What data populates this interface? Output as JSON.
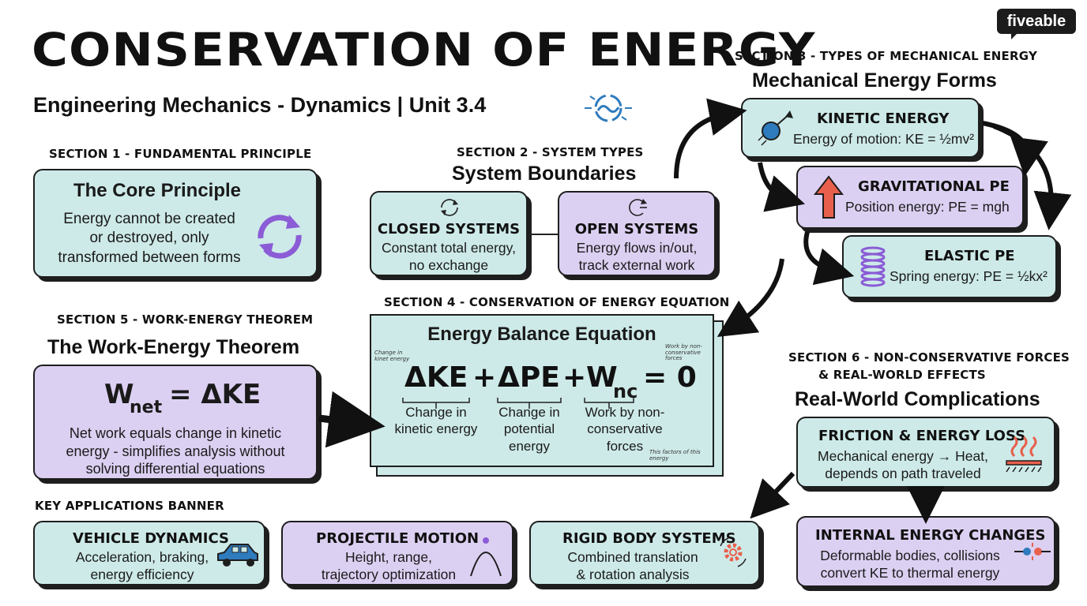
{
  "logo": {
    "text": "fiveable"
  },
  "header": {
    "title": "CONSERVATION OF ENERGY",
    "subtitle": "Engineering Mechanics - Dynamics |  Unit 3.4"
  },
  "section1": {
    "label": "SECTION 1 - FUNDAMENTAL PRINCIPLE",
    "box_title": "The Core Principle",
    "text_line1": "Energy cannot be created",
    "text_line2": "or destroyed, only",
    "text_line3": "transformed between forms"
  },
  "section2": {
    "label": "SECTION 2 - SYSTEM TYPES",
    "heading": "System Boundaries",
    "closed": {
      "title": "CLOSED SYSTEMS",
      "line1": "Constant total energy,",
      "line2": "no exchange"
    },
    "open": {
      "title": "OPEN SYSTEMS",
      "line1": "Energy flows in/out,",
      "line2": "track external work"
    }
  },
  "section3": {
    "label": "SECTION 3 - TYPES OF MECHANICAL ENERGY",
    "heading": "Mechanical Energy Forms",
    "kinetic": {
      "title": "KINETIC ENERGY",
      "text": "Energy of motion: KE = ½mv²"
    },
    "gravitational": {
      "title": "GRAVITATIONAL PE",
      "text": "Position energy: PE = mgh"
    },
    "elastic": {
      "title": "ELASTIC PE",
      "text": "Spring energy: PE = ½kx²"
    }
  },
  "section4": {
    "label": "SECTION 4 - CONSERVATION OF ENERGY EQUATION",
    "heading": "Energy Balance Equation",
    "eq_ke": "ΔKE",
    "eq_plus1": "+",
    "eq_pe": "ΔPE",
    "eq_plus2": "+",
    "eq_w": "W",
    "eq_w_sub": "nc",
    "eq_equals": "= 0",
    "label_ke_1": "Change in",
    "label_ke_2": "kinetic energy",
    "label_pe_1": "Change in",
    "label_pe_2": "potential",
    "label_pe_3": "energy",
    "label_w_1": "Work by non-",
    "label_w_2": "conservative",
    "label_w_3": "forces",
    "note_left": "Change in kinet energy",
    "note_right": "Work by non-conservative forces",
    "note_bottom": "This factors of this energy"
  },
  "section5": {
    "label": "SECTION 5 - WORK-ENERGY THEOREM",
    "heading": "The Work-Energy Theorem",
    "eq_w": "W",
    "eq_sub": "net",
    "eq_rest": "= ΔKE",
    "text_line1": "Net work equals change in kinetic",
    "text_line2": "energy - simplifies analysis without",
    "text_line3": "solving differential equations"
  },
  "section6": {
    "label_line1": "SECTION 6 - NON-CONSERVATIVE FORCES",
    "label_line2": "& REAL-WORLD EFFECTS",
    "heading": "Real-World Complications",
    "friction": {
      "title": "FRICTION & ENERGY LOSS",
      "line1": "Mechanical energy → Heat,",
      "line2": "depends on path traveled"
    },
    "internal": {
      "title": "INTERNAL ENERGY CHANGES",
      "line1": "Deformable bodies, collisions",
      "line2": "convert KE to thermal energy"
    }
  },
  "applications": {
    "label": "KEY APPLICATIONS BANNER",
    "vehicle": {
      "title": "VEHICLE DYNAMICS",
      "line1": "Acceleration, braking,",
      "line2": "energy efficiency"
    },
    "projectile": {
      "title": "PROJECTILE MOTION",
      "line1": "Height, range,",
      "line2": "trajectory optimization"
    },
    "rigid": {
      "title": "RIGID BODY SYSTEMS",
      "line1": "Combined translation",
      "line2": "& rotation analysis"
    }
  },
  "colors": {
    "teal_fill": "#cdeae8",
    "lavender_fill": "#dcd0f2",
    "outline": "#1e1e1e",
    "accent_purple": "#8b5cd6",
    "accent_blue": "#2e7bbd",
    "accent_red": "#e8604c"
  }
}
